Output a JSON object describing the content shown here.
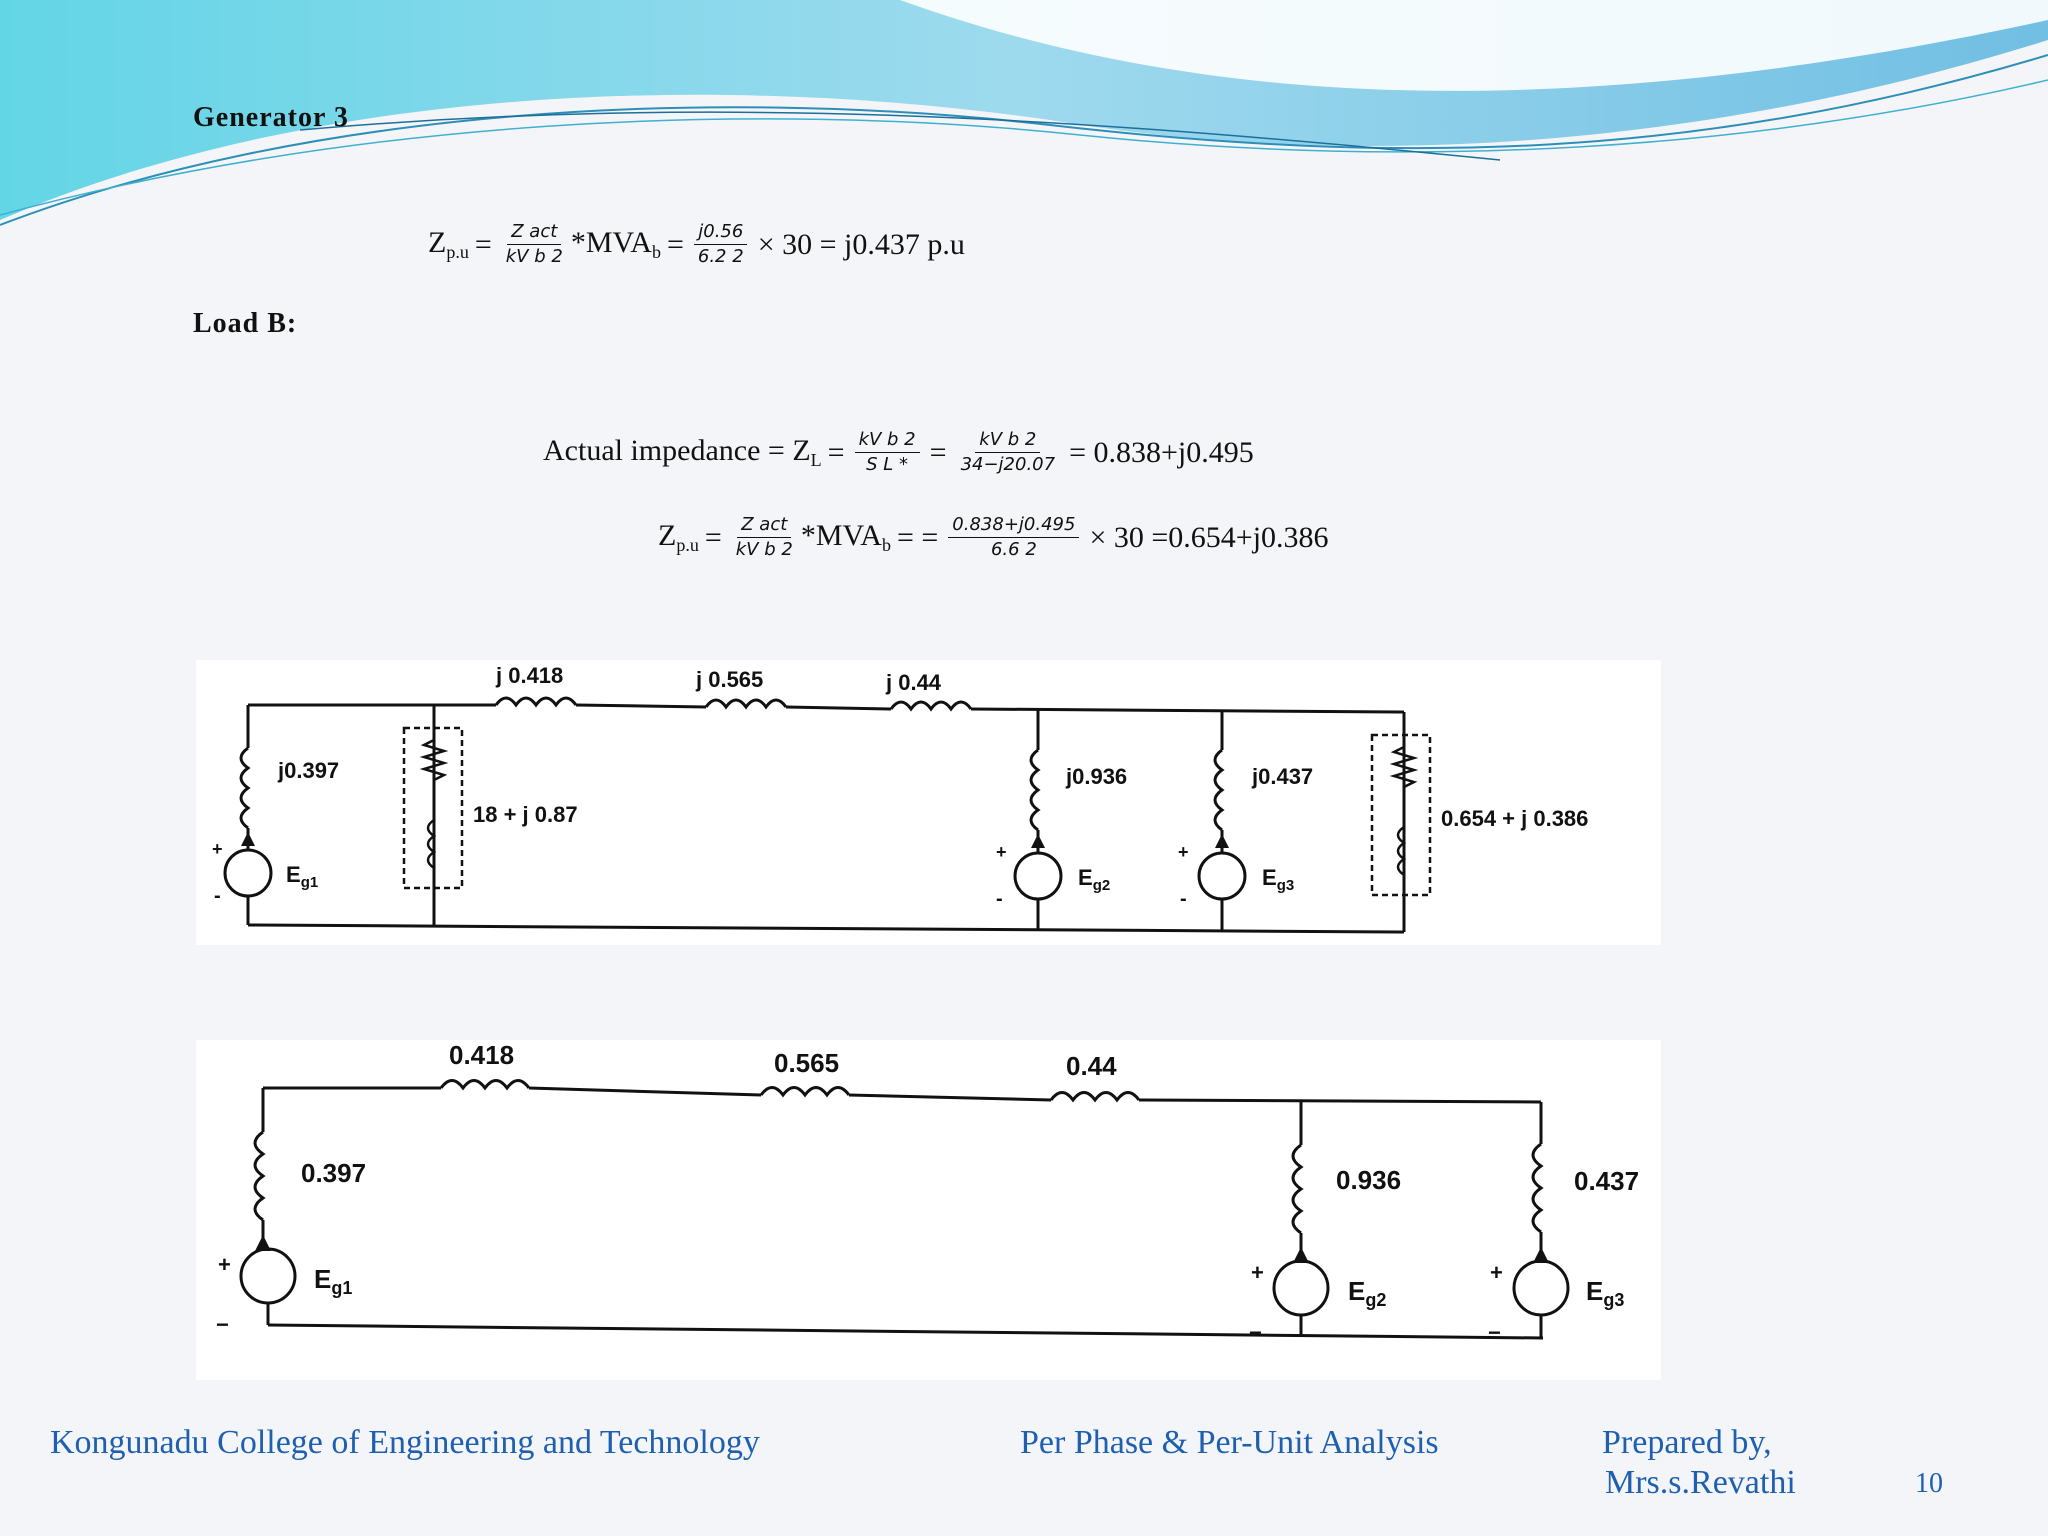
{
  "generator3": {
    "heading": "Generator 3",
    "zpu_label": "Z",
    "zpu_sub": "p.u",
    "frac1_num": "Z act",
    "frac1_den": "kV b 2",
    "mva": "*MVA",
    "mva_sub": "b",
    "frac2_num": "j0.56",
    "frac2_den": "6.2 2",
    "tail": "× 30 = j0.437 p.u"
  },
  "load_b": {
    "heading": "Load B:",
    "actual_label": "Actual impedance = Z",
    "actual_sub": "L",
    "frac1_num": "kV b 2",
    "frac1_den": "S L *",
    "frac2_num": "kV b 2",
    "frac2_den": "34−j20.07",
    "actual_result": "= 0.838+j0.495",
    "zpu_label": "Z",
    "zpu_sub": "p.u",
    "frac3_num": "Z act",
    "frac3_den": "kV b 2",
    "mva": "*MVA",
    "mva_sub": "b",
    "frac4_num": "0.838+j0.495",
    "frac4_den": "6.6 2",
    "zpu_result": "× 30 =0.654+j0.386"
  },
  "circuit1": {
    "x1": "j 0.418",
    "x2": "j 0.565",
    "x3": "j 0.44",
    "g1_x": "j0.397",
    "load_a": "18 + j 0.87",
    "g2_x": "j0.936",
    "g3_x": "j0.437",
    "load_b": "0.654 + j 0.386",
    "eg1": "E",
    "eg1_sub": "g1",
    "eg2": "E",
    "eg2_sub": "g2",
    "eg3": "E",
    "eg3_sub": "g3",
    "plus": "+",
    "minus": "-"
  },
  "circuit2": {
    "x1": "0.418",
    "x2": "0.565",
    "x3": "0.44",
    "g1_x": "0.397",
    "g2_x": "0.936",
    "g3_x": "0.437",
    "eg1": "E",
    "eg1_sub": "g1",
    "eg2": "E",
    "eg2_sub": "g2",
    "eg3": "E",
    "eg3_sub": "g3",
    "plus": "+",
    "minus": "−"
  },
  "footer": {
    "college": "Kongunadu College of Engineering and Technology",
    "topic": "Per Phase & Per-Unit Analysis",
    "prepared": "Prepared by,",
    "author": "Mrs.s.Revathi",
    "page_number": "10"
  },
  "colors": {
    "background": "#f4f5f8",
    "footer_text": "#1f5fb0",
    "swoosh_light": "#9fe3ec",
    "swoosh_dark": "#4aa7d8"
  }
}
